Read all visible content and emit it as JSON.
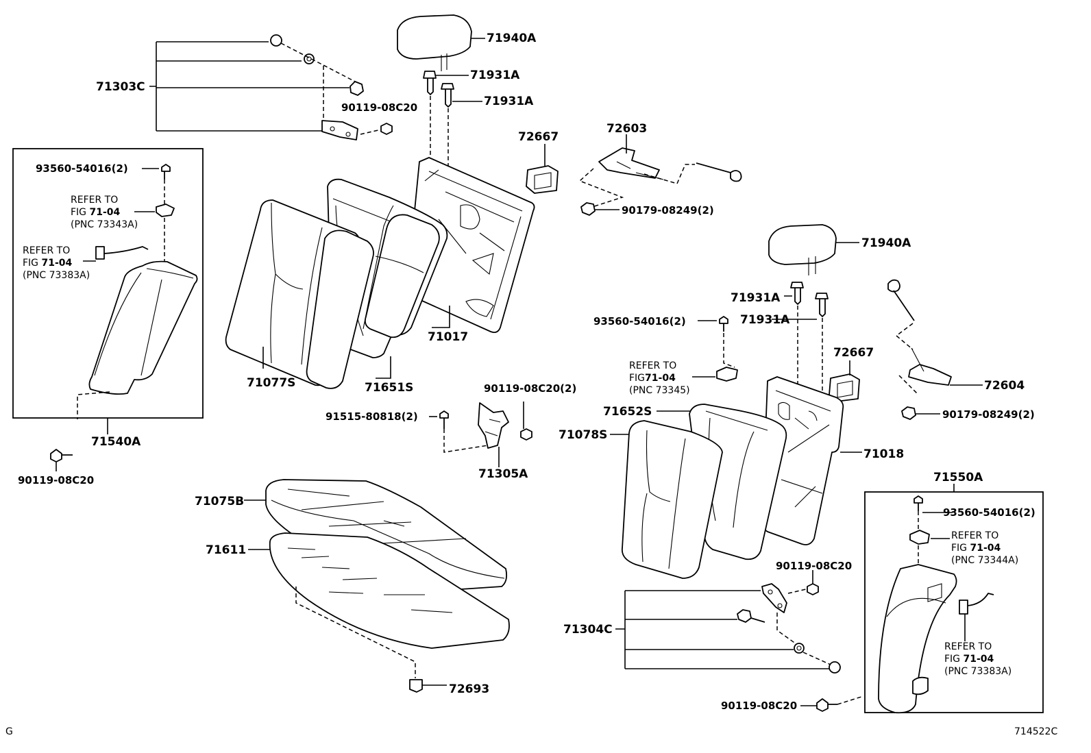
{
  "labels": {
    "p71940A_top": "71940A",
    "p71931A_1": "71931A",
    "p71931A_2": "71931A",
    "p71303C": "71303C",
    "p90119_08C20_a": "90119-08C20",
    "p72667_left": "72667",
    "p72603": "72603",
    "p90179_08249_left": "90179-08249(2)",
    "p93560_54016_left": "93560-54016(2)",
    "p71017": "71017",
    "p71077S": "71077S",
    "p71651S": "71651S",
    "p71540A": "71540A",
    "p90119_08C20_b": "90119-08C20",
    "p90119_08C20_2": "90119-08C20(2)",
    "p91515_80818": "91515-80818(2)",
    "p71305A": "71305A",
    "p71075B": "71075B",
    "p71611": "71611",
    "p72693": "72693",
    "p71940A_right": "71940A",
    "p71931A_3": "71931A",
    "p71931A_4": "71931A",
    "p93560_54016_mid": "93560-54016(2)",
    "p72667_right": "72667",
    "p72604": "72604",
    "p90179_08249_right": "90179-08249(2)",
    "p71652S": "71652S",
    "p71078S": "71078S",
    "p71018": "71018",
    "p71550A": "71550A",
    "p93560_54016_right": "93560-54016(2)",
    "p90119_08C20_c": "90119-08C20",
    "p71304C": "71304C",
    "p90119_08C20_d": "90119-08C20"
  },
  "refs": {
    "r1": {
      "l1": "REFER TO",
      "l2a": "FIG ",
      "l2b": "71-04",
      "l3": "(PNC 73343A)"
    },
    "r2": {
      "l1": "REFER TO",
      "l2a": "FIG ",
      "l2b": "71-04",
      "l3": "(PNC 73383A)"
    },
    "r3": {
      "l1": "REFER TO",
      "l2a": "FIG",
      "l2b": "71-04",
      "l3": "(PNC 73345)"
    },
    "r4": {
      "l1": "REFER TO",
      "l2a": "FIG ",
      "l2b": "71-04",
      "l3": "(PNC 73344A)"
    },
    "r5": {
      "l1": "REFER TO",
      "l2a": "FIG ",
      "l2b": "71-04",
      "l3": "(PNC 73383A)"
    }
  },
  "corner": {
    "left": "G",
    "right": "714522C"
  }
}
